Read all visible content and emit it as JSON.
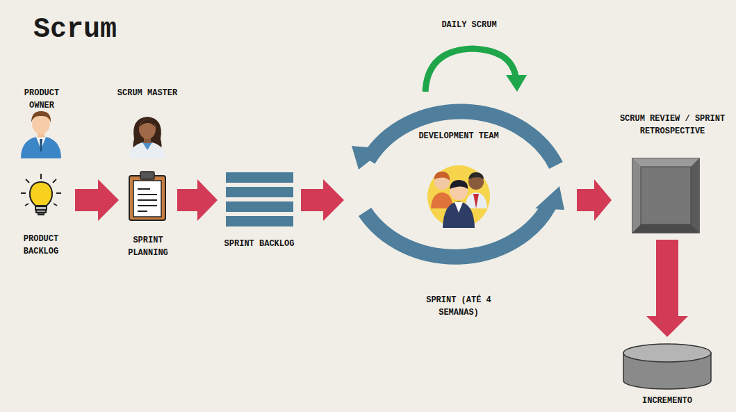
{
  "diagram": {
    "title": "Scrum",
    "nodes": [
      {
        "text": [
          "PRODUCT OWNER"
        ]
      },
      {
        "text": [
          "SCRUM MASTER"
        ]
      },
      {
        "text": [
          "PRODUCT BACKLOG"
        ]
      },
      {
        "text": [
          "SPRINT PLANNING"
        ]
      },
      {
        "text": [
          "SPRINT BACKLOG"
        ]
      },
      {
        "text": [
          "DEVELOPMENT TEAM",
          "SPRINT (ATÉ 4 SEMANAS)"
        ]
      },
      {
        "text": [
          "SCRUM REVIEW / SPRINT RETROSPECTIVE"
        ]
      },
      {
        "text": [
          "INCREMENTO"
        ]
      }
    ],
    "edges": [
      {
        "from": 2,
        "to": 3,
        "arrow": "to"
      },
      {
        "from": 3,
        "to": 4,
        "arrow": "to"
      },
      {
        "from": 4,
        "to": 5,
        "arrow": "to"
      },
      {
        "from": 5,
        "to": 6,
        "arrow": "to"
      },
      {
        "from": 6,
        "to": 7,
        "arrow": "to"
      }
    ],
    "labels": [
      "DAILY SCRUM"
    ]
  }
}
